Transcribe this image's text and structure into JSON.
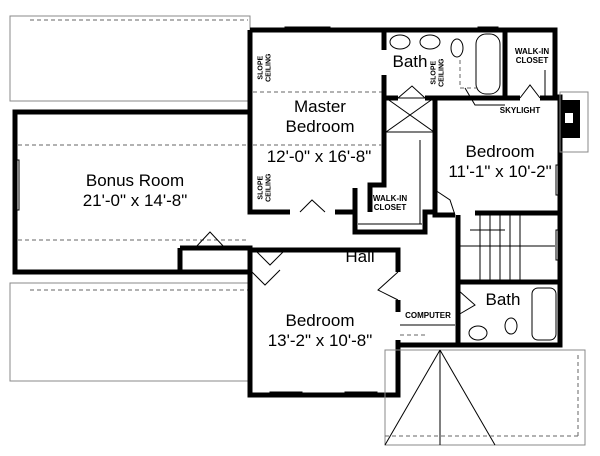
{
  "rooms": {
    "bonus": {
      "name": "Bonus Room",
      "size": "21'-0\" x 14'-8\""
    },
    "master": {
      "name_line1": "Master",
      "name_line2": "Bedroom",
      "size": "12'-0\" x 16'-8\""
    },
    "bath_upper": {
      "name": "Bath"
    },
    "bedroom_right": {
      "name": "Bedroom",
      "size": "11'-1\" x 10'-2\""
    },
    "bedroom_bottom": {
      "name": "Bedroom",
      "size": "13'-2\" x 10'-8\""
    },
    "hall": {
      "name": "Hall"
    },
    "bath_lower": {
      "name": "Bath"
    }
  },
  "notes": {
    "slope_ceiling_line1": "SLOPE",
    "slope_ceiling_line2": "CEILING",
    "walkin_closet_line1": "WALK-IN",
    "walkin_closet_line2": "CLOSET",
    "skylight": "SKYLIGHT",
    "computer": "COMPUTER"
  }
}
